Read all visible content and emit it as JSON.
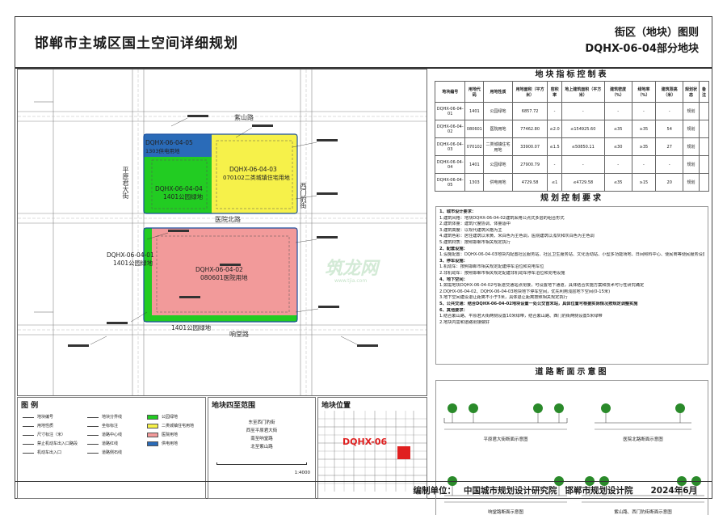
{
  "header": {
    "title": "邯郸市主城区国土空间详细规划",
    "subtitle1": "街区（地块）图则",
    "subtitle2": "DQHX-06-04部分地块"
  },
  "map": {
    "roads": {
      "north": "紫山路",
      "middle": "医院北路",
      "south": "响堂路",
      "west": "平原君大街",
      "east": "西门豹街"
    },
    "parcels": [
      {
        "code": "DQHX-06-04-05",
        "use": "1303供电用地",
        "color": "#2a6bb8"
      },
      {
        "code": "DQHX-06-04-04",
        "use": "1401公园绿地",
        "color": "#22cc22"
      },
      {
        "code": "DQHX-06-04-03",
        "use": "070102二类城镇住宅用地",
        "color": "#f6f14a"
      },
      {
        "code": "DQHX-06-04-02",
        "use": "080601医院用地",
        "color": "#f29a9a"
      },
      {
        "code": "DQHX-06-04-01",
        "use": "1401公园绿地",
        "color": "#22cc22"
      },
      {
        "code": "",
        "use": "1401公园绿地",
        "color": "#22cc22"
      }
    ]
  },
  "index_table": {
    "title": "地块指标控制表",
    "headers": [
      "地块编号",
      "用地代码",
      "用地性质",
      "用地面积（平方米）",
      "容积率",
      "地上建筑面积（平方米）",
      "建筑密度（%）",
      "绿地率（%）",
      "建筑限高（米）",
      "规划状态",
      "备注"
    ],
    "rows": [
      [
        "DQHX-06-04-01",
        "1401",
        "公园绿地",
        "6857.72",
        "-",
        "-",
        "-",
        "-",
        "-",
        "规划",
        ""
      ],
      [
        "DQHX-06-04-02",
        "080601",
        "医院用地",
        "77462.80",
        "≤2.0",
        "≤154925.60",
        "≤35",
        "≥35",
        "54",
        "规划",
        ""
      ],
      [
        "DQHX-06-04-03",
        "070102",
        "二类城镇住宅用地",
        "33900.07",
        "≤1.5",
        "≤50850.11",
        "≤30",
        "≥35",
        "27",
        "规划",
        ""
      ],
      [
        "DQHX-06-04-04",
        "1401",
        "公园绿地",
        "27900.79",
        "-",
        "-",
        "-",
        "-",
        "-",
        "规划",
        ""
      ],
      [
        "DQHX-06-04-05",
        "1303",
        "供电用地",
        "4729.58",
        "≤1",
        "≤4729.58",
        "≤35",
        "≥15",
        "20",
        "规划",
        ""
      ]
    ]
  },
  "requirements": {
    "title": "规划控制要求",
    "lines": [
      {
        "t": "1、城市设计要求：",
        "h": true
      },
      {
        "t": "1.建筑风格：地块DQHX-06-04-02建筑采用公点式多层的组合形式",
        "h": false
      },
      {
        "t": "2.建筑体量：建筑尺度协调、体量适中",
        "h": false
      },
      {
        "t": "3.建筑高度：以现代建筑风格为主",
        "h": false
      },
      {
        "t": "4.建筑色彩：居住建筑以米黄、米白色为主色调，医院建筑以浅灰和灰白色为主色调",
        "h": false
      },
      {
        "t": "5.建筑材质：按照邯郸市相关规定执行",
        "h": false
      },
      {
        "t": "2、配套设施：",
        "h": true
      },
      {
        "t": "1.设施配置：DQHX-06-04-03地块内配置社区服务站、社区卫生服务站、文化活动站、小型多功能场地、日间照料中心、便民商等便民服务设施",
        "h": false
      },
      {
        "t": "3、停车设施：",
        "h": true
      },
      {
        "t": "1.机动车：按照邯郸市相关规定配建停车泊位和充电车位",
        "h": false
      },
      {
        "t": "2.非机动车：按照邯郸市相关规定配建非机动车停车泊位和充电设施",
        "h": false
      },
      {
        "t": "4、地下空间：",
        "h": true
      },
      {
        "t": "1.如需地块DQHX-06-04-02与轨道交通站点衔接，可设置地下通道，具体结合实施方案和技术可行性研究确定",
        "h": false
      },
      {
        "t": "2.DQHX-06-04-02、DQHX-06-04-03地块地下停车空间，优先利用浅层地下空间(0-15米)",
        "h": false
      },
      {
        "t": "3.地下空间建设退让距离不小于3米，具体退让距离按照相关规定执行",
        "h": false
      },
      {
        "t": "5、公共交通：结合DQHX-06-04-02地块设置一处公交首末站，具体位置可根据实际情况按规定调整实施",
        "h": true
      },
      {
        "t": "6、其他要求：",
        "h": true
      },
      {
        "t": "1.结合紫山路、平原君大街两侧设置10米绿带，结合紫山路、西门豹街两侧设置5米绿带",
        "h": false
      },
      {
        "t": "2.地块内需和道路衔接做好",
        "h": false
      }
    ]
  },
  "road_sections": {
    "title": "道路断面示意图",
    "captions": [
      "平原君大街断面示意图",
      "医院北路断面示意图",
      "响堂路断面示意图",
      "紫山路、西门豹街断面示意图"
    ]
  },
  "legend": {
    "title": "图 例",
    "items": [
      "地块编号",
      "用地性质",
      "尺寸标注（米）",
      "禁止机动车出入口路段",
      "机动车出入口",
      "地块分界线",
      "坐标标注",
      "道路中心线",
      "道路红线",
      "道路侧石线",
      "公园绿地",
      "二类城镇住宅用地",
      "医院用地",
      "供电用地"
    ],
    "colors": {
      "green": "#22cc22",
      "yellow": "#f6f14a",
      "pink": "#f29a9a",
      "blue": "#2a6bb8"
    }
  },
  "range": {
    "title": "地块四至范围",
    "lines": [
      "东至西门豹街",
      "西至平原君大街",
      "南至响堂路",
      "北至紫山路"
    ],
    "scale": "1:4000"
  },
  "location": {
    "title": "地块位置",
    "label": "DQHX-06"
  },
  "footer": {
    "label": "编制单位：",
    "org1": "中国城市规划设计研究院",
    "org2": "邯郸市规划设计院",
    "date": "2024年6月"
  },
  "watermark": {
    "text": "筑龙网",
    "url": "www.tjia.com"
  }
}
